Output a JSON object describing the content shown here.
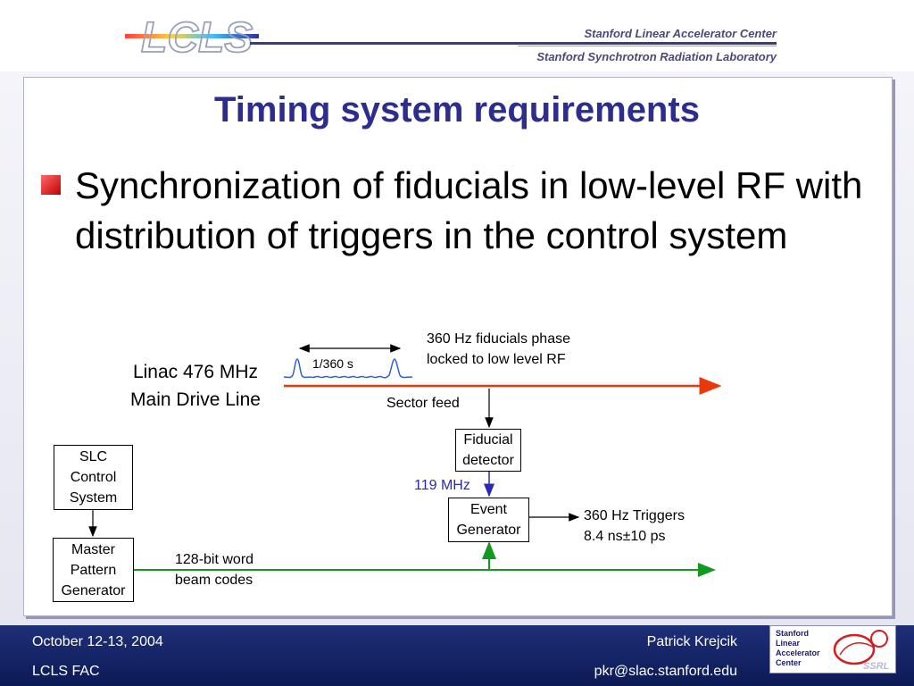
{
  "header": {
    "logo_text": "LCLS",
    "lab_line_1": "Stanford Linear Accelerator Center",
    "lab_line_2": "Stanford Synchrotron Radiation Laboratory"
  },
  "slide": {
    "title": "Timing system requirements",
    "bullet": "Synchronization of fiducials in low-level RF with distribution of triggers in the control system"
  },
  "diagram": {
    "linac_label": "Linac 476 MHz\nMain Drive Line",
    "period_label": "1/360 s",
    "fiducials_label": "360 Hz fiducials phase\nlocked to low level RF",
    "sector_feed_label": "Sector feed",
    "fiducial_detector_label": "Fiducial\ndetector",
    "freq_119_label": "119 MHz",
    "event_generator_label": "Event\nGenerator",
    "triggers_label": "360 Hz Triggers\n8.4 ns±10 ps",
    "slc_label": "SLC\nControl\nSystem",
    "mpg_label": "Master\nPattern\nGenerator",
    "word_label": "128-bit word\nbeam codes",
    "colors": {
      "rf_line": "#e8380d",
      "code_line": "#119a1e",
      "freq_text": "#2a2ab0",
      "wave": "#3060d0"
    }
  },
  "footer": {
    "date": "October 12-13, 2004",
    "event": "LCLS FAC",
    "author": "Patrick Krejcik",
    "email": "pkr@slac.stanford.edu",
    "slac_logo_text": "Stanford\nLinear\nAccelerator\nCenter",
    "ssrl_text": "SSRL"
  }
}
